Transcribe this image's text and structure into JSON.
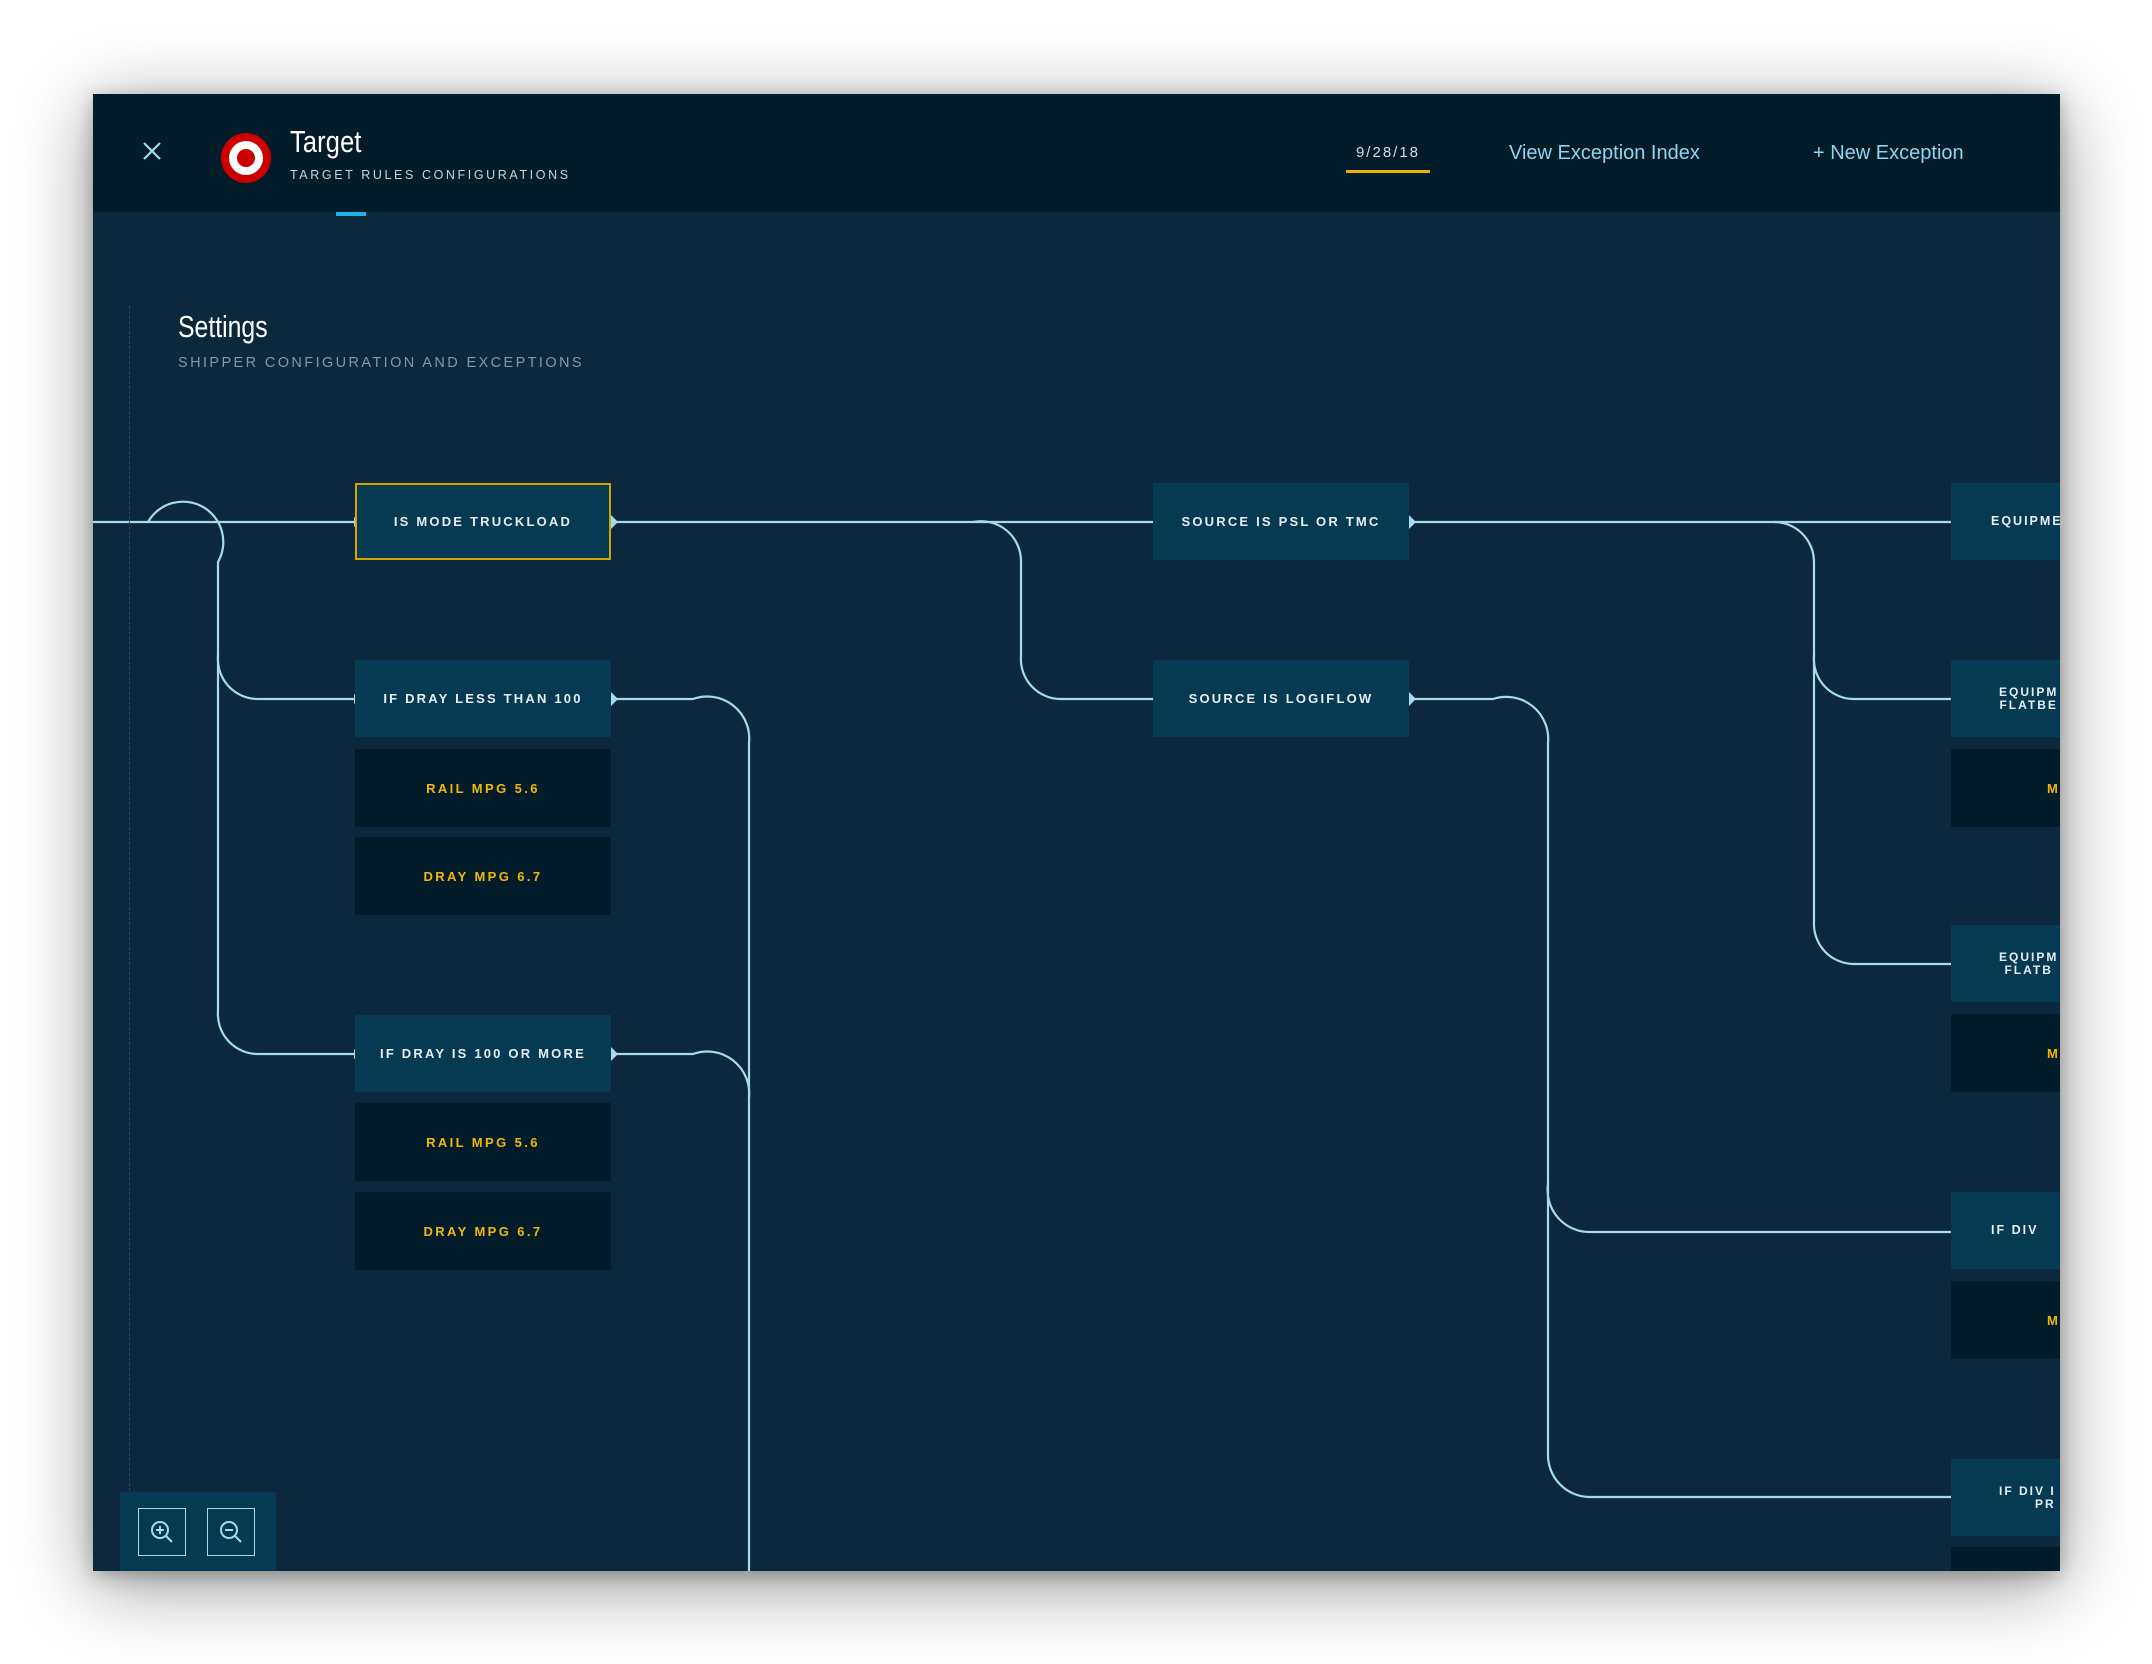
{
  "header": {
    "brand_name": "Target",
    "brand_subtitle": "TARGET RULES CONFIGURATIONS",
    "date_tab": "9/28/18",
    "view_index_link": "View Exception Index",
    "new_exception_link": "+ New Exception"
  },
  "page": {
    "title": "Settings",
    "subtitle": "SHIPPER CONFIGURATION AND EXCEPTIONS"
  },
  "flow": {
    "nodes": {
      "is_mode_truckload": "IS MODE TRUCKLOAD",
      "dray_less_than_100": "IF DRAY LESS THAN 100",
      "dray_100_or_more": "IF DRAY IS 100 OR MORE",
      "source_psl_tmc": "SOURCE IS PSL OR TMC",
      "source_logiflow": "SOURCE IS LOGIFLOW",
      "equipment_1": "EQUIPME",
      "equipment_2_line1": "EQUIPM",
      "equipment_2_line2": "FLATBE",
      "equipment_3_line1": "EQUIPM",
      "equipment_3_line2": "FLATB",
      "if_div_1": "IF DIV",
      "if_div_2_line1": "IF DIV I",
      "if_div_2_line2": "PR"
    },
    "results": {
      "rail_mpg_a": "RAIL MPG 5.6",
      "dray_mpg_a": "DRAY MPG 6.7",
      "rail_mpg_b": "RAIL MPG 5.6",
      "dray_mpg_b": "DRAY MPG 6.7",
      "clipped_1": "M",
      "clipped_2": "M",
      "clipped_3": "M"
    }
  },
  "icons": {
    "close": "close-icon",
    "logo": "target-bullseye-logo",
    "zoom_in": "zoom-in-icon",
    "zoom_out": "zoom-out-icon"
  },
  "colors": {
    "header_bg": "#031c2a",
    "canvas_bg": "#0c283c",
    "node_bg": "#053a52",
    "result_bg": "#031c2a",
    "connector": "#a5dbef",
    "accent_yellow": "#f2b705",
    "accent_blue": "#1fb2e6",
    "brand_red": "#cc0000"
  }
}
